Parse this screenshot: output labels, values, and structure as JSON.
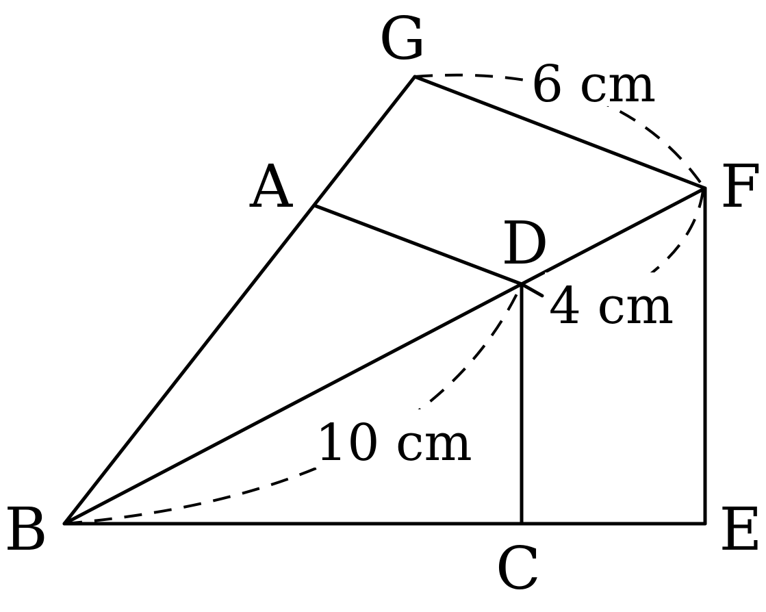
{
  "figure": {
    "vertices": {
      "A": "A",
      "B": "B",
      "C": "C",
      "D": "D",
      "E": "E",
      "F": "F",
      "G": "G"
    },
    "measurements": {
      "gf_arc": "6 cm",
      "df_arc": "4 cm",
      "bd_arc": "10 cm"
    }
  }
}
